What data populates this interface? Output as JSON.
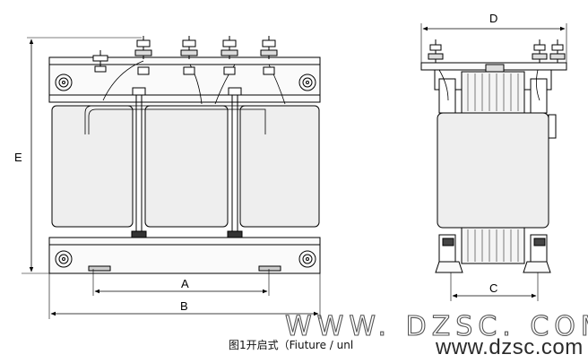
{
  "dimensions": {
    "A": "A",
    "B": "B",
    "C": "C",
    "D": "D",
    "E": "E"
  },
  "caption": "图1开启式（Fiuture / unl",
  "watermark": {
    "top": "WWW. DZSC. COM",
    "bottom": "www.dzsc.com"
  }
}
